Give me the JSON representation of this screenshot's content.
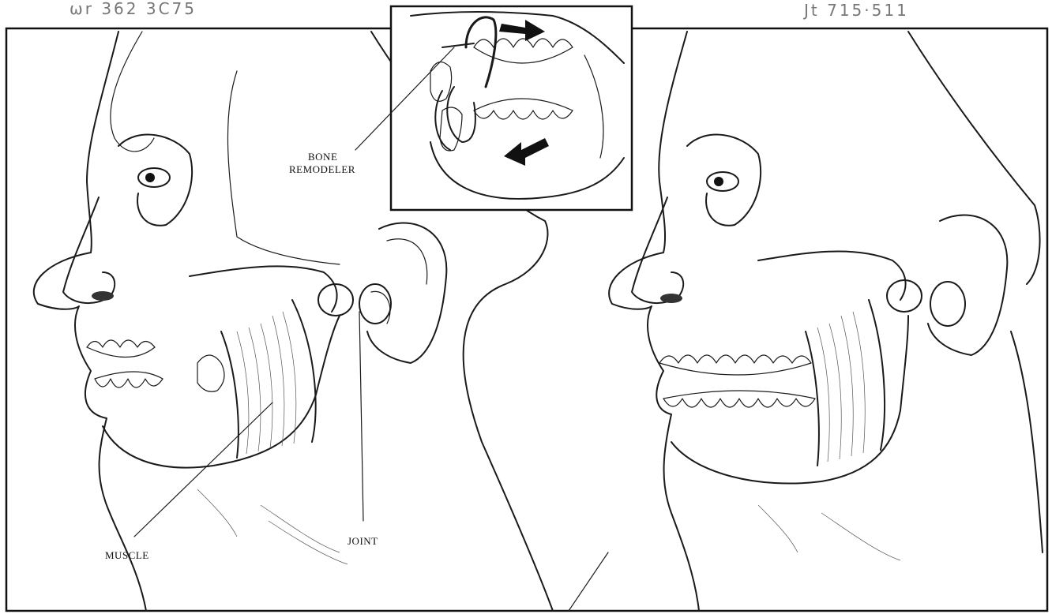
{
  "handwriting": {
    "top_left": "ωr 362 3C75",
    "top_right": "Jt 715·511"
  },
  "labels": {
    "bone_remodeler_line1": "BONE",
    "bone_remodeler_line2": "REMODELER",
    "joint": "JOINT",
    "muscle": "MUSCLE"
  }
}
